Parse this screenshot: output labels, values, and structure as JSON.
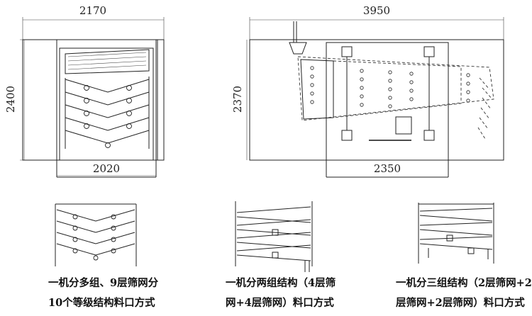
{
  "dimensions": {
    "left_width_top": "2170",
    "left_height": "2400",
    "left_width_bottom": "2020",
    "right_width_top": "3950",
    "right_height": "2370",
    "right_width_bottom": "2350"
  },
  "captions": {
    "caption_1_line1": "一机分多组、9层筛网分",
    "caption_1_line2": "10个等级结构料口方式",
    "caption_2_line1": "一机分两组结构（4层筛",
    "caption_2_line2": "网+4层筛网）料口方式",
    "caption_3_line1": "一机分三组结构（2层筛网+2",
    "caption_3_line2": "层筛网+2层筛网）料口方式"
  },
  "colors": {
    "line": "#222222",
    "background": "#ffffff"
  }
}
